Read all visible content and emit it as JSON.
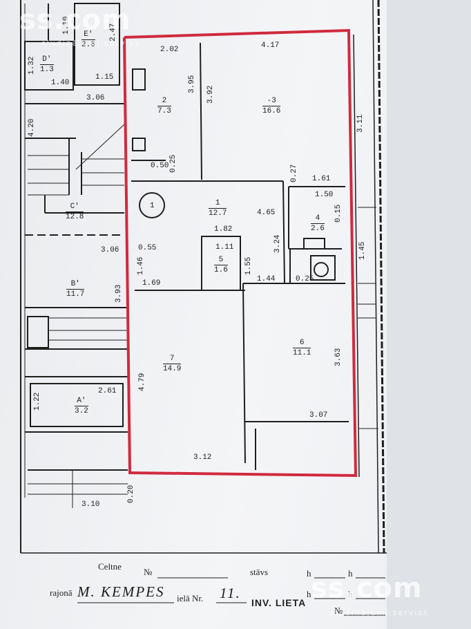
{
  "watermark": {
    "brand": "ss.com",
    "tagline": "sludinājumi serviss"
  },
  "rooms": [
    {
      "id": "E1",
      "label": "E'",
      "area": "2.8"
    },
    {
      "id": "D1",
      "label": "D'",
      "area": "1.3"
    },
    {
      "id": "2",
      "label": "2",
      "area": "7.3"
    },
    {
      "id": "3",
      "label": "-3",
      "area": "16.6"
    },
    {
      "id": "C1",
      "label": "C'",
      "area": "12.8"
    },
    {
      "id": "1",
      "label": "1",
      "area": "12.7"
    },
    {
      "id": "4",
      "label": "4",
      "area": "2.6"
    },
    {
      "id": "5",
      "label": "5",
      "area": "1.6"
    },
    {
      "id": "B1",
      "label": "B'",
      "area": "11.7"
    },
    {
      "id": "6",
      "label": "6",
      "area": "11.1"
    },
    {
      "id": "7",
      "label": "7",
      "area": "14.9"
    },
    {
      "id": "A1",
      "label": "A'",
      "area": "3.2"
    }
  ],
  "dimensions": {
    "d_110": "1.10",
    "d_247": "2.47",
    "d_132": "1.32",
    "d_140": "1.40",
    "d_115": "1.15",
    "d_202": "2.02",
    "d_417": "4.17",
    "d_306": "3.06",
    "d_420": "4.20",
    "d_395": "3.95",
    "d_392": "3.92",
    "d_311": "3.11",
    "d_050": "0.50",
    "d_025": "0.25",
    "d_027": "0.27",
    "d_161": "1.61",
    "d_150": "1.50",
    "d_465": "4.65",
    "d_182": "1.82",
    "d_324": "3.24",
    "d_055": "0.55",
    "d_306b": "3.06",
    "d_111": "1.11",
    "d_155": "1.55",
    "d_146": "1.46",
    "d_169": "1.69",
    "d_144": "1.44",
    "d_025b": "0.25",
    "d_145": "1.45",
    "d_393": "3.93",
    "d_363": "3.63",
    "d_479": "4.79",
    "d_307": "3.07",
    "d_122": "1.22",
    "d_261": "2.61",
    "d_312": "3.12",
    "d_310": "3.10",
    "d_020": "0.20",
    "d_015": "0.15"
  },
  "stair_symbol": "1",
  "form": {
    "celtne": "Celtne",
    "nr": "№",
    "stavs": "stāvs",
    "h1": "h",
    "h2": "h",
    "h3": "h",
    "h4": "h",
    "rajona": "rajonā",
    "street": "M. KEMPES",
    "iela_nr": "ielā Nr.",
    "house_no": "11.",
    "inv_lieta": "INV. LIETA",
    "lieta_no": "№"
  },
  "colors": {
    "outline": "#d02a3e",
    "ink": "#1e1e1e"
  }
}
